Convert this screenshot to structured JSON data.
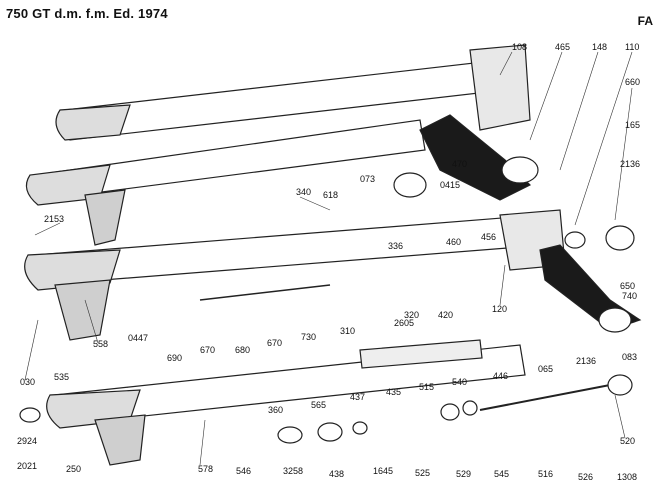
{
  "header": {
    "title": "750 GT d.m. f.m. Ed. 1974",
    "code": "FA"
  },
  "parts": [
    "108",
    "465",
    "148",
    "110",
    "660",
    "165",
    "2136",
    "470",
    "0415",
    "073",
    "618",
    "340",
    "2153",
    "336",
    "460",
    "456",
    "650",
    "740",
    "120",
    "2605",
    "320",
    "420",
    "690",
    "0447",
    "670",
    "680",
    "670",
    "730",
    "310",
    "2136",
    "083",
    "030",
    "535",
    "558",
    "360",
    "565",
    "437",
    "435",
    "515",
    "540",
    "446",
    "065",
    "2924",
    "2021",
    "250",
    "578",
    "546",
    "3258",
    "438",
    "1645",
    "525",
    "529",
    "545",
    "516",
    "526",
    "1308",
    "520"
  ]
}
